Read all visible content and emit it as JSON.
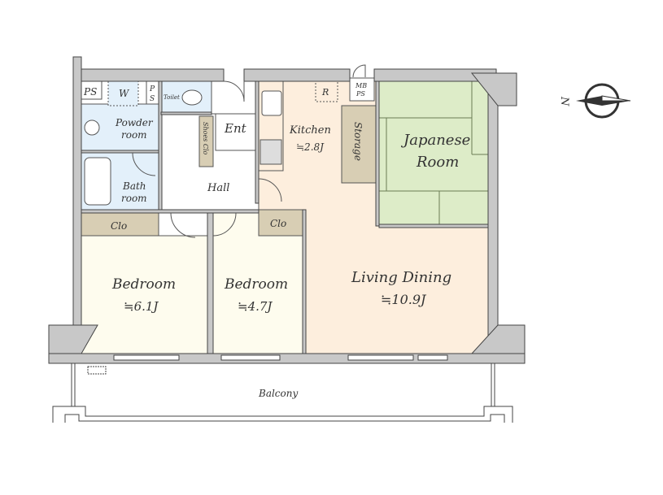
{
  "rooms": {
    "ps1": "PS",
    "w": "W",
    "ps2a": "P",
    "ps2b": "S",
    "toilet": "Toilet",
    "powder1": "Powder",
    "powder2": "room",
    "bath1": "Bath",
    "bath2": "room",
    "clo_left": "Clo",
    "clo_mid": "Clo",
    "shoes": "Shoes Clo",
    "ent": "Ent",
    "hall": "Hall",
    "kitchen": "Kitchen",
    "kitchen_size": "≒2.8J",
    "r": "R",
    "mb1": "MB",
    "mb2": "PS",
    "storage": "Storage",
    "japanese1": "Japanese",
    "japanese2": "Room",
    "bed1": "Bedroom",
    "bed1_size": "≒6.1J",
    "bed2": "Bedroom",
    "bed2_size": "≒4.7J",
    "living": "Living Dining",
    "living_size": "≒10.9J",
    "balcony": "Balcony"
  },
  "compass": {
    "label": "N"
  },
  "colors": {
    "wet": "#e3f0fa",
    "tan": "#d8ceb4",
    "bed": "#fefcee",
    "ldk": "#fdeedd",
    "tatami": "#ddecc8",
    "wall": "#c8c8c8"
  }
}
